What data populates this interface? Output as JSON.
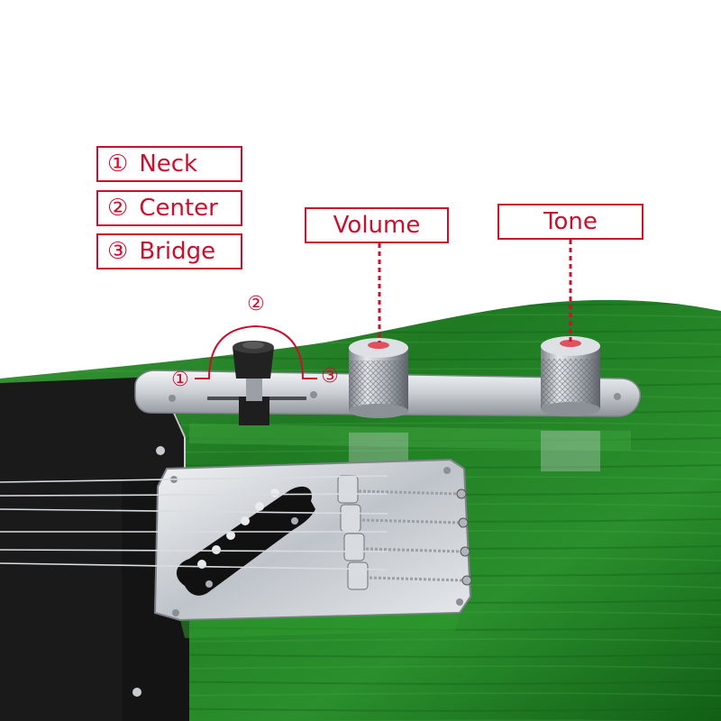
{
  "legend": {
    "items": [
      {
        "number": "①",
        "label": "Neck"
      },
      {
        "number": "②",
        "label": "Center"
      },
      {
        "number": "③",
        "label": "Bridge"
      }
    ]
  },
  "switch_positions": {
    "p1": "①",
    "p2": "②",
    "p3": "③"
  },
  "controls": {
    "volume_label": "Volume",
    "tone_label": "Tone"
  },
  "colors": {
    "annotation_red": "#c8102e",
    "body_green": "#1f7a22",
    "pickguard_black": "#1a1a1a",
    "chrome": "#d9dce0"
  }
}
